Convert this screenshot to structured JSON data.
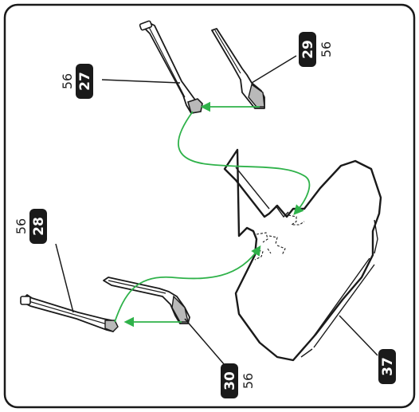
{
  "colors": {
    "arrow": "#2fb24a",
    "ink": "#1a1a1a",
    "badge": "#1a1a1a",
    "part_fill": "#ffffff",
    "part_shade": "#b9b9b9"
  },
  "callouts": [
    {
      "id": "c27",
      "part": "27",
      "qty": "56"
    },
    {
      "id": "c28",
      "part": "28",
      "qty": "56"
    },
    {
      "id": "c29",
      "part": "29",
      "qty": "56"
    },
    {
      "id": "c30",
      "part": "30",
      "qty": "56"
    },
    {
      "id": "c37",
      "part": "37",
      "qty": ""
    }
  ]
}
